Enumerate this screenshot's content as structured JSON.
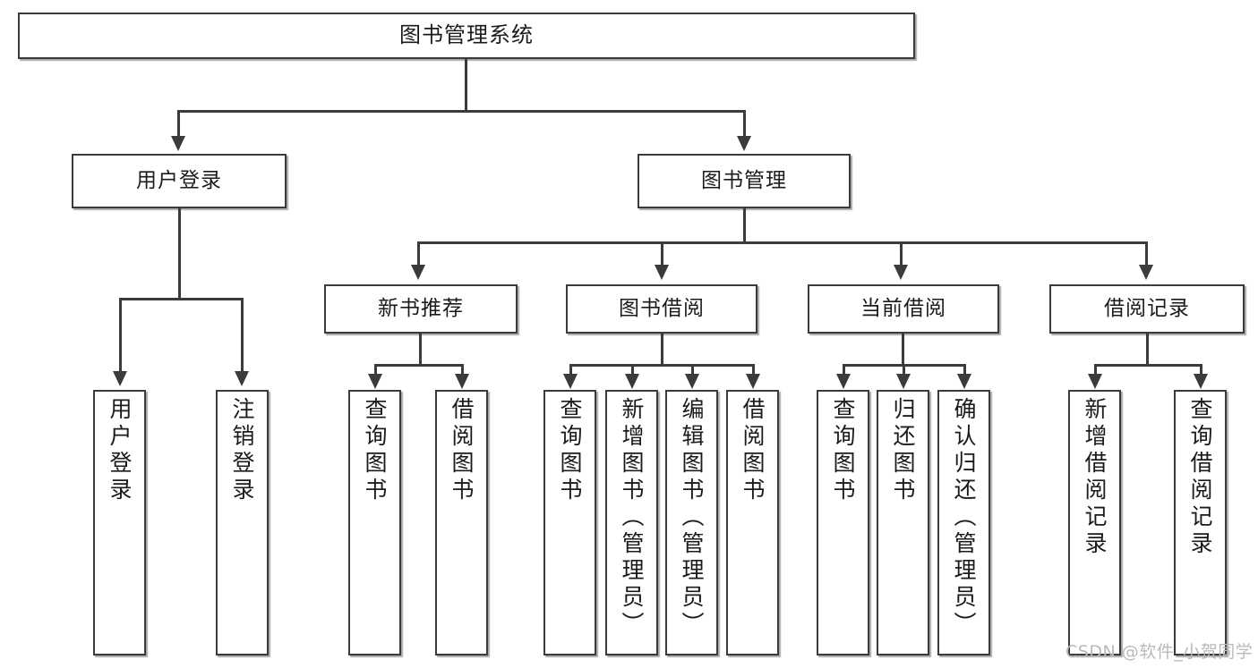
{
  "diagram": {
    "title": "图书管理系统",
    "type": "tree-hierarchy",
    "colors": {
      "border": "#3b3b3b",
      "fill": "#ffffff",
      "background": "#ffffff",
      "watermark": "#b9b9b9"
    },
    "levels": {
      "root": {
        "label": "图书管理系统"
      },
      "level2": [
        {
          "label": "用户登录"
        },
        {
          "label": "图书管理"
        }
      ],
      "level3": [
        {
          "label": "新书推荐"
        },
        {
          "label": "图书借阅"
        },
        {
          "label": "当前借阅"
        },
        {
          "label": "借阅记录"
        }
      ],
      "leaves_user_login": [
        {
          "label": "用户登录"
        },
        {
          "label": "注销登录"
        }
      ],
      "leaves_new_books": [
        {
          "label": "查询图书"
        },
        {
          "label": "借阅图书"
        }
      ],
      "leaves_borrow": [
        {
          "label": "查询图书"
        },
        {
          "label": "新增图书（管理员）"
        },
        {
          "label": "编辑图书（管理员）"
        },
        {
          "label": "借阅图书"
        }
      ],
      "leaves_current": [
        {
          "label": "查询图书"
        },
        {
          "label": "归还图书"
        },
        {
          "label": "确认归还（管理员）"
        }
      ],
      "leaves_records": [
        {
          "label": "新增借阅记录"
        },
        {
          "label": "查询借阅记录"
        }
      ]
    },
    "watermark": "CSDN @软件_小贺同学"
  }
}
